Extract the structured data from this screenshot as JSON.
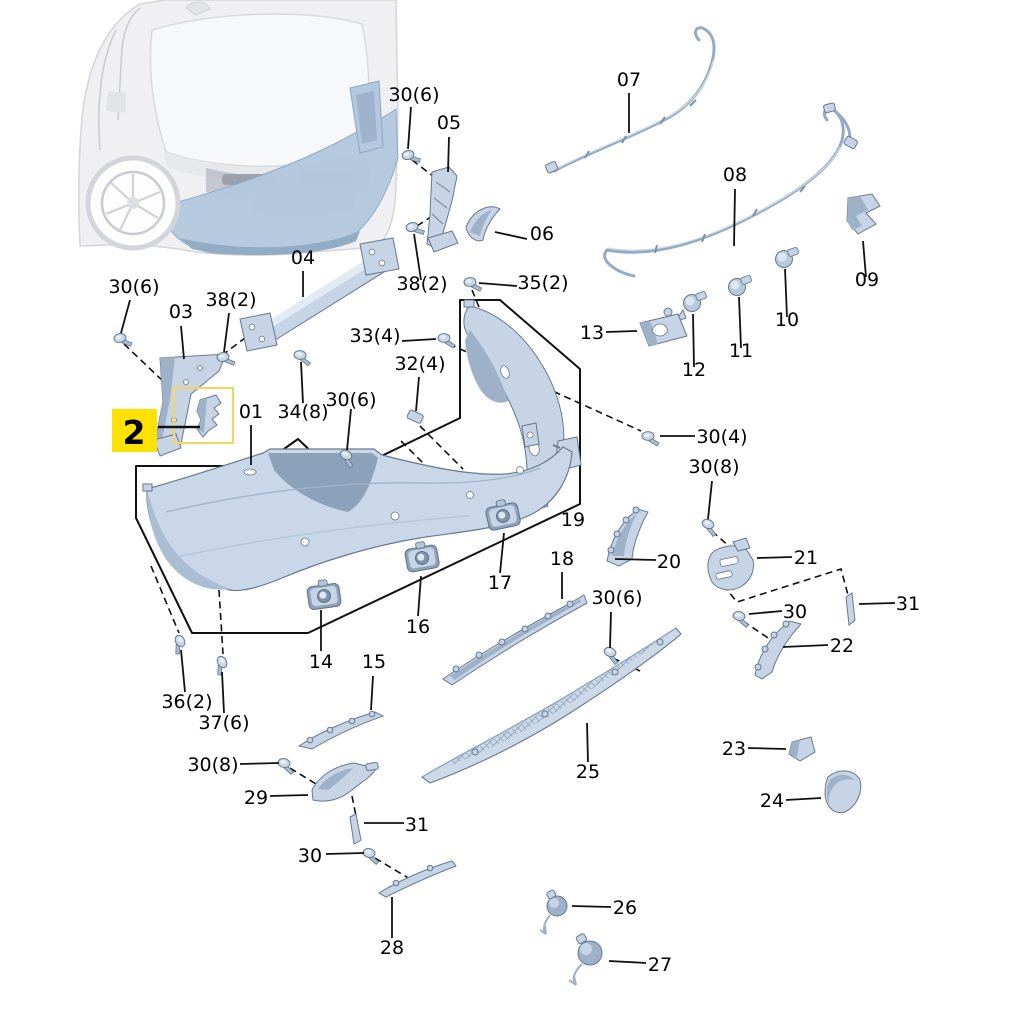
{
  "diagram_type": "rear-bumper-exploded-parts-diagram",
  "badge": {
    "label": "2"
  },
  "colors": {
    "background": "#ffffff",
    "highlight_badge": "#ffe103",
    "highlight_box_border": "#f0d664",
    "part_fill": "#c6d4e6",
    "part_shade": "#9db2c9",
    "part_stroke": "#66798f",
    "line": "#111111",
    "car_body": "#f0f0f3",
    "bumper_highlight": "#b3c8de"
  },
  "callouts": [
    {
      "id": "30-6-top",
      "label": "30(6)"
    },
    {
      "id": "05",
      "label": "05"
    },
    {
      "id": "07",
      "label": "07"
    },
    {
      "id": "08",
      "label": "08"
    },
    {
      "id": "09",
      "label": "09"
    },
    {
      "id": "06",
      "label": "06"
    },
    {
      "id": "38-2-right",
      "label": "38(2)"
    },
    {
      "id": "35-2",
      "label": "35(2)"
    },
    {
      "id": "04",
      "label": "04"
    },
    {
      "id": "30-6-left",
      "label": "30(6)"
    },
    {
      "id": "03",
      "label": "03"
    },
    {
      "id": "38-2-left",
      "label": "38(2)"
    },
    {
      "id": "33-4",
      "label": "33(4)"
    },
    {
      "id": "32-4",
      "label": "32(4)"
    },
    {
      "id": "13",
      "label": "13"
    },
    {
      "id": "12",
      "label": "12"
    },
    {
      "id": "11",
      "label": "11"
    },
    {
      "id": "10",
      "label": "10"
    },
    {
      "id": "01",
      "label": "01"
    },
    {
      "id": "34-8",
      "label": "34(8)"
    },
    {
      "id": "30-6-mid",
      "label": "30(6)"
    },
    {
      "id": "30-4",
      "label": "30(4)"
    },
    {
      "id": "30-8-right",
      "label": "30(8)"
    },
    {
      "id": "19",
      "label": "19"
    },
    {
      "id": "18",
      "label": "18"
    },
    {
      "id": "20",
      "label": "20"
    },
    {
      "id": "21",
      "label": "21"
    },
    {
      "id": "17",
      "label": "17"
    },
    {
      "id": "16",
      "label": "16"
    },
    {
      "id": "30-6-bottom",
      "label": "30(6)"
    },
    {
      "id": "30-right",
      "label": "30"
    },
    {
      "id": "31-right",
      "label": "31"
    },
    {
      "id": "22",
      "label": "22"
    },
    {
      "id": "14",
      "label": "14"
    },
    {
      "id": "15",
      "label": "15"
    },
    {
      "id": "36-2",
      "label": "36(2)"
    },
    {
      "id": "37-6",
      "label": "37(6)"
    },
    {
      "id": "30-8-bottom",
      "label": "30(8)"
    },
    {
      "id": "29",
      "label": "29"
    },
    {
      "id": "25",
      "label": "25"
    },
    {
      "id": "23",
      "label": "23"
    },
    {
      "id": "24",
      "label": "24"
    },
    {
      "id": "31-bottom",
      "label": "31"
    },
    {
      "id": "30-bottom",
      "label": "30"
    },
    {
      "id": "28",
      "label": "28"
    },
    {
      "id": "26",
      "label": "26"
    },
    {
      "id": "27",
      "label": "27"
    }
  ]
}
